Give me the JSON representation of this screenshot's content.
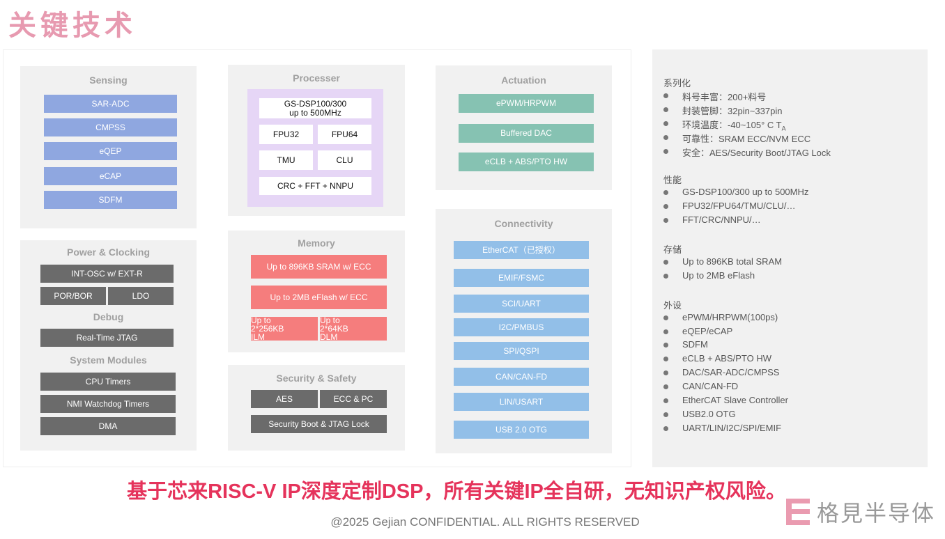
{
  "title": "关键技术",
  "sensing": {
    "title": "Sensing",
    "items": [
      "SAR-ADC",
      "CMPSS",
      "eQEP",
      "eCAP",
      "SDFM"
    ]
  },
  "power": {
    "title": "Power & Clocking",
    "items": [
      "INT-OSC w/ EXT-R",
      "POR/BOR",
      "LDO"
    ],
    "debug_title": "Debug",
    "debug_item": "Real-Time JTAG",
    "sys_title": "System Modules",
    "sys_items": [
      "CPU Timers",
      "NMI Watchdog Timers",
      "DMA"
    ]
  },
  "processer": {
    "title": "Processer",
    "core_line1": "GS-DSP100/300",
    "core_line2": "up to 500MHz",
    "fpu32": "FPU32",
    "fpu64": "FPU64",
    "tmu": "TMU",
    "clu": "CLU",
    "crc": "CRC + FFT + NNPU"
  },
  "memory": {
    "title": "Memory",
    "sram": "Up to 896KB SRAM w/ ECC",
    "eflash": "Up to 2MB eFlash w/ ECC",
    "ilm_l1": "Up to",
    "ilm_l2": "2*256KB",
    "ilm_l3": "ILM",
    "dlm_l1": "Up to",
    "dlm_l2": "2*64KB",
    "dlm_l3": "DLM"
  },
  "security": {
    "title": "Security & Safety",
    "aes": "AES",
    "ecc": "ECC & PC",
    "boot": "Security Boot & JTAG Lock"
  },
  "actuation": {
    "title": "Actuation",
    "items": [
      "ePWM/HRPWM",
      "Buffered DAC",
      "eCLB + ABS/PTO HW"
    ]
  },
  "connectivity": {
    "title": "Connectivity",
    "items": [
      "EtherCAT（已授权）",
      "EMIF/FSMC",
      "SCI/UART",
      "I2C/PMBUS",
      "SPI/QSPI",
      "CAN/CAN-FD",
      "LIN/USART",
      "USB 2.0 OTG"
    ]
  },
  "features": {
    "s1": {
      "title": "系列化",
      "items": [
        "料号丰富：200+料号",
        "封装管脚：32pin~337pin",
        "环境温度：-40~105° C T",
        "可靠性：SRAM ECC/NVM ECC",
        "安全：AES/Security Boot/JTAG Lock"
      ],
      "temp_sub": "A"
    },
    "s2": {
      "title": "性能",
      "items": [
        "GS-DSP100/300 up to 500MHz",
        "FPU32/FPU64/TMU/CLU/…",
        "FFT/CRC/NNPU/…"
      ]
    },
    "s3": {
      "title": "存储",
      "items": [
        "Up to 896KB total SRAM",
        "Up to 2MB eFlash"
      ]
    },
    "s4": {
      "title": "外设",
      "items": [
        "ePWM/HRPWM(100ps)",
        "eQEP/eCAP",
        "SDFM",
        "eCLB + ABS/PTO HW",
        "DAC/SAR-ADC/CMPSS",
        "CAN/CAN-FD",
        "EtherCAT Slave Controller",
        "USB2.0 OTG",
        "UART/LIN/I2C/SPI/EMIF"
      ]
    }
  },
  "slogan": "基于芯来RISC-V IP深度定制DSP，所有关键IP全自研，无知识产权风险。",
  "footer": "@2025 Gejian CONFIDENTIAL. ALL RIGHTS RESERVED",
  "logo_text": "格見半导体",
  "colors": {
    "title": "#e79ab0",
    "slogan": "#e5335b",
    "sensing": "#8fa7e0",
    "gray": "#6b6b6b",
    "actuation": "#86c2b2",
    "memory": "#f57d7d",
    "connectivity": "#92bfe8",
    "processer_bg": "#e6d6f6"
  }
}
